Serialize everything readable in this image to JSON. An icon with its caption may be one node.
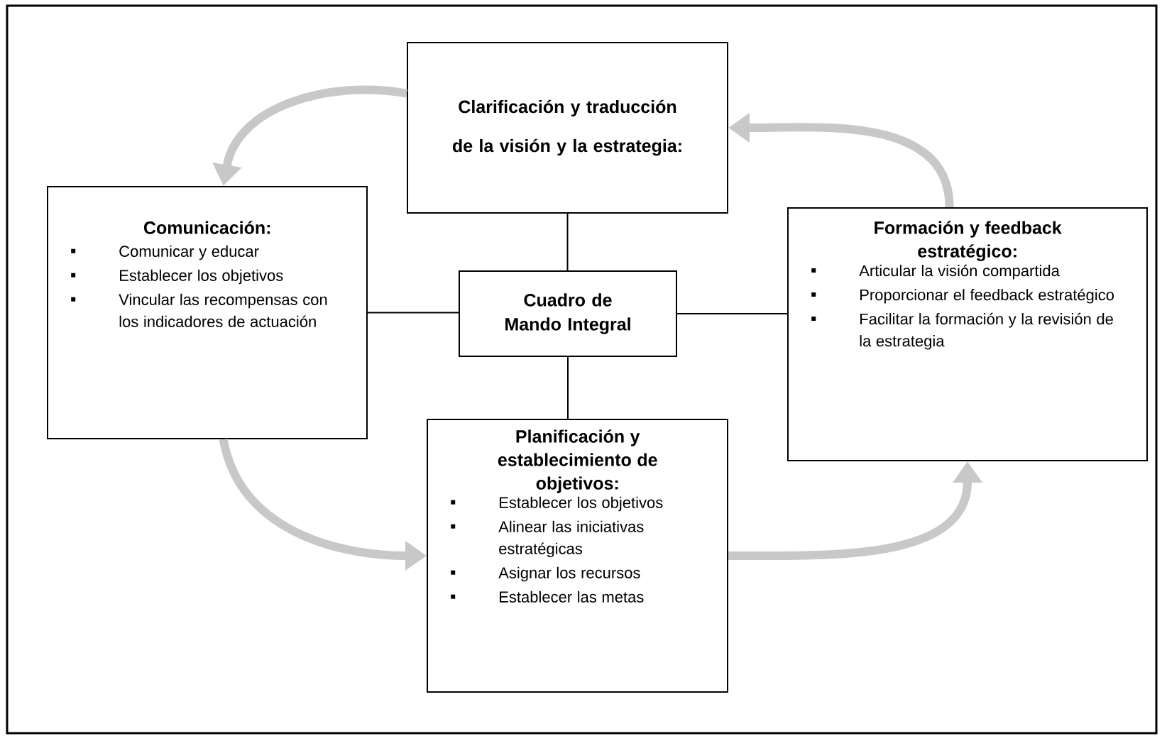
{
  "diagram": {
    "nodes": [
      {
        "text": [
          "Clarificación y traducción de la visión y la estrategia:"
        ]
      },
      {
        "text": [
          "Comunicación:",
          "Comunicar y educar",
          "Establecer los objetivos",
          "Vincular las recompensas con los indicadores de actuación"
        ]
      },
      {
        "text": [
          "Cuadro de Mando Integral"
        ]
      },
      {
        "text": [
          "Formación y feedback estratégico:",
          "Articular la visión compartida",
          "Proporcionar el feedback estratégico",
          "Facilitar la formación y la revisión de la estrategia"
        ]
      },
      {
        "text": [
          "Planificación y establecimiento de objetivos:",
          "Establecer los objetivos",
          "Alinear las iniciativas estratégicas",
          "Asignar los recursos",
          "Establecer las metas"
        ]
      }
    ],
    "edges": [
      {
        "from": 0,
        "to": 2,
        "arrow": "none",
        "color": "#000000"
      },
      {
        "from": 1,
        "to": 2,
        "arrow": "none",
        "color": "#000000"
      },
      {
        "from": 2,
        "to": 3,
        "arrow": "none",
        "color": "#000000"
      },
      {
        "from": 2,
        "to": 4,
        "arrow": "none",
        "color": "#000000"
      },
      {
        "from": 0,
        "to": 1,
        "arrow": "to",
        "style": "thick",
        "color": "#c8c8c8"
      },
      {
        "from": 1,
        "to": 4,
        "arrow": "to",
        "style": "thick",
        "color": "#c8c8c8"
      },
      {
        "from": 4,
        "to": 3,
        "arrow": "to",
        "style": "thick",
        "color": "#c8c8c8"
      },
      {
        "from": 3,
        "to": 0,
        "arrow": "to",
        "style": "thick",
        "color": "#c8c8c8"
      }
    ]
  }
}
